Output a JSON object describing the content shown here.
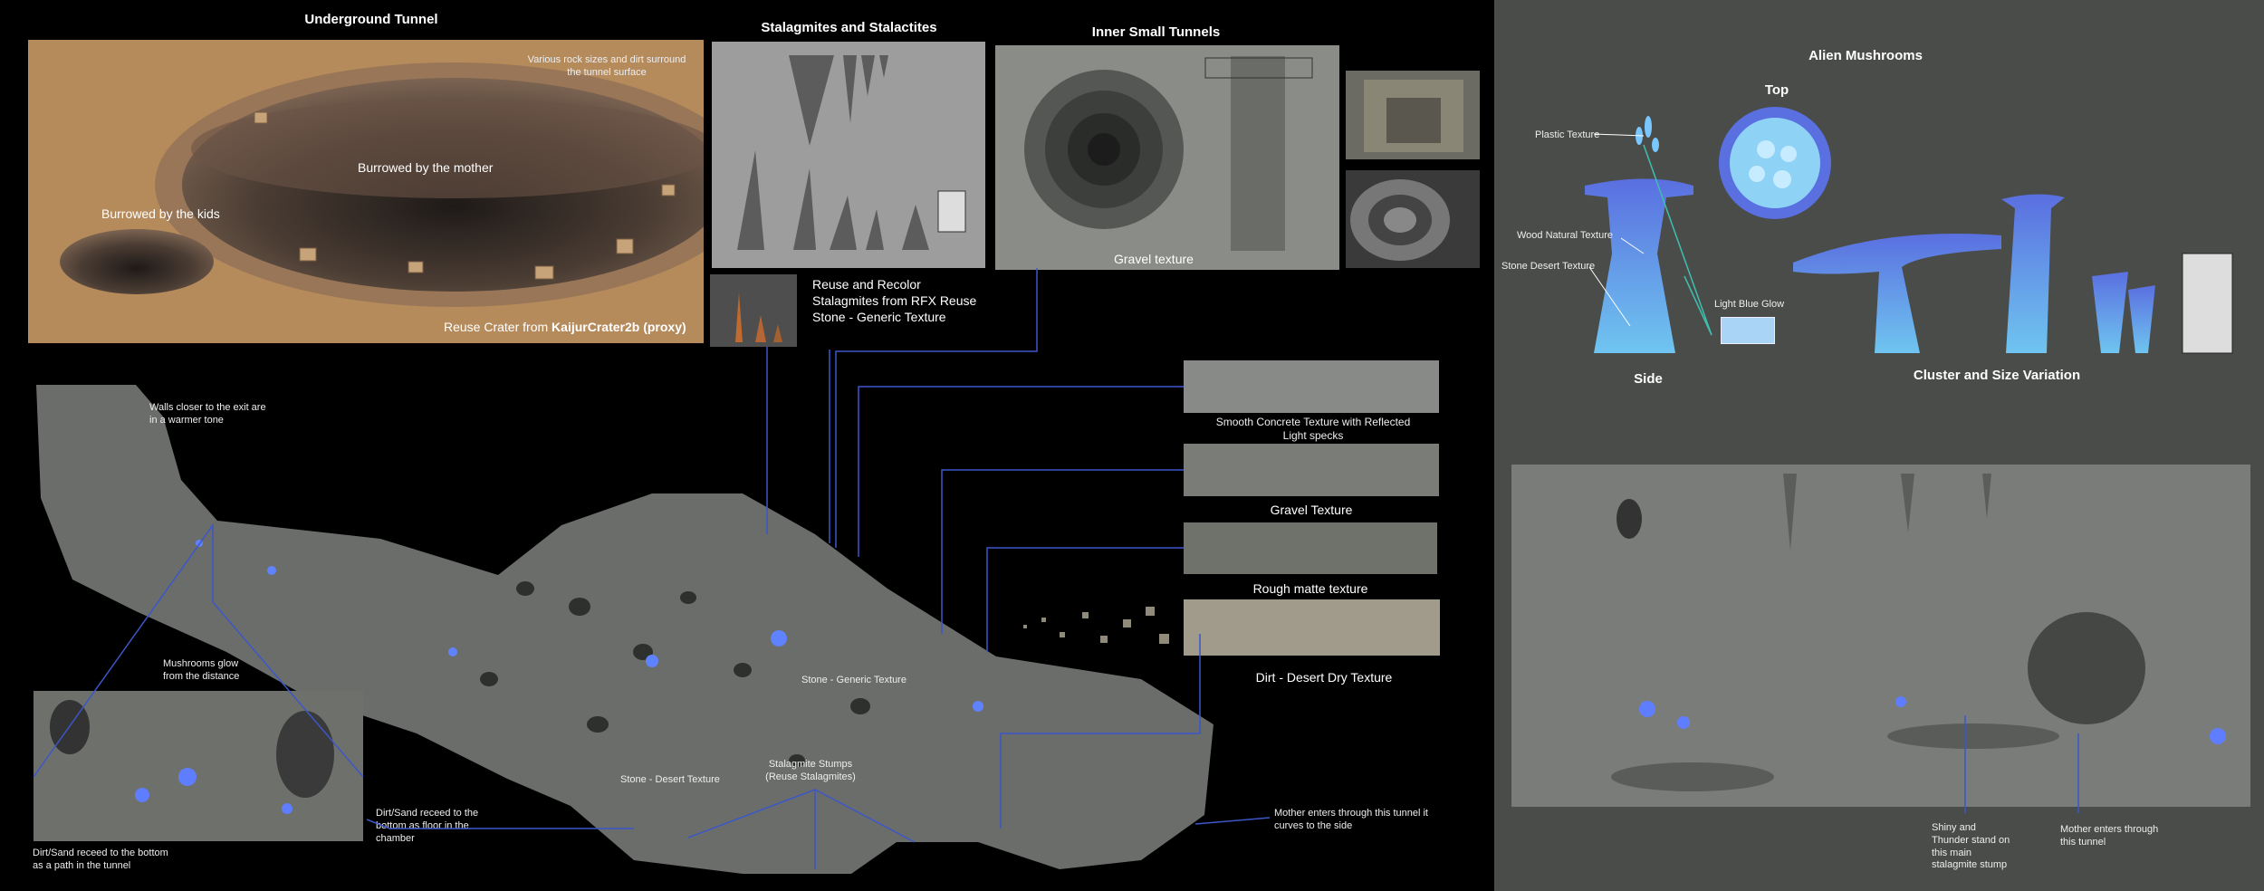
{
  "tunnel": {
    "title": "Underground Tunnel",
    "note_rocks": "Various rock sizes and dirt surround the tunnel surface",
    "label_mother": "Burrowed by the mother",
    "label_kids": "Burrowed by the kids",
    "reuse_prefix": "Reuse Crater from ",
    "reuse_bold": "KaijurCrater2b (proxy)"
  },
  "stalag": {
    "title": "Stalagmites and Stalactites",
    "reuse_line1": "Reuse and Recolor",
    "reuse_line2": "Stalagmites from RFX Reuse",
    "reuse_line3": "Stone - Generic Texture"
  },
  "inner": {
    "title": "Inner Small Tunnels",
    "gravel_label": "Gravel texture"
  },
  "textures": {
    "smooth": "Smooth Concrete Texture with Reflected Light specks",
    "gravel": "Gravel Texture",
    "rough": "Rough matte texture",
    "dirt": "Dirt - Desert Dry Texture"
  },
  "map": {
    "walls_note": "Walls closer to the exit are in a warmer tone",
    "mushrooms_glow": "Mushrooms glow from the distance",
    "stone_generic": "Stone - Generic Texture",
    "stone_desert": "Stone - Desert Texture",
    "stumps": "Stalagmite Stumps (Reuse Stalagmites)",
    "dirt_floor": "Dirt/Sand receed to the bottom as floor in the chamber",
    "dirt_path": "Dirt/Sand receed to the bottom as a path in the tunnel",
    "mother_enters": "Mother enters through this tunnel it curves to the side"
  },
  "mushrooms": {
    "title": "Alien Mushrooms",
    "top": "Top",
    "side": "Side",
    "cluster": "Cluster and Size Variation",
    "plastic": "Plastic Texture",
    "wood": "Wood Natural Texture",
    "stone_desert": "Stone Desert Texture",
    "glow": "Light Blue Glow",
    "glow_color": "#a9d4f5"
  },
  "scene": {
    "shiny_thunder": "Shiny and Thunder stand on this main stalagmite stump",
    "mother_enters": "Mother enters through this tunnel"
  },
  "colors": {
    "accent_line": "#3b57c9",
    "teal_line": "#3fbfb0",
    "mushroom_blue": "#5a6fe0"
  }
}
